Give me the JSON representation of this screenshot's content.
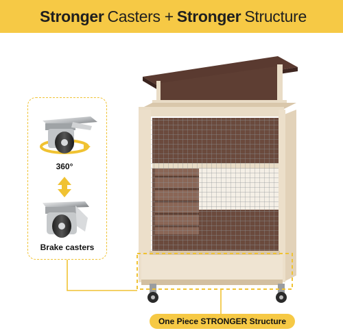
{
  "banner": {
    "part1_bold": "Stronger",
    "part2": "Casters +",
    "part3_bold": "Stronger",
    "part4": "Structure"
  },
  "callout": {
    "rotate_label": "360°",
    "brake_label": "Brake casters"
  },
  "structure_label": "One Piece STRONGER Structure",
  "colors": {
    "accent": "#f6c945",
    "roof": "#4a2e27",
    "frame": "#e9dcc6",
    "wire": "#9aa0a3"
  },
  "icons": {
    "rotate": "rotation-arrow-icon",
    "updown": "double-arrow-icon"
  }
}
